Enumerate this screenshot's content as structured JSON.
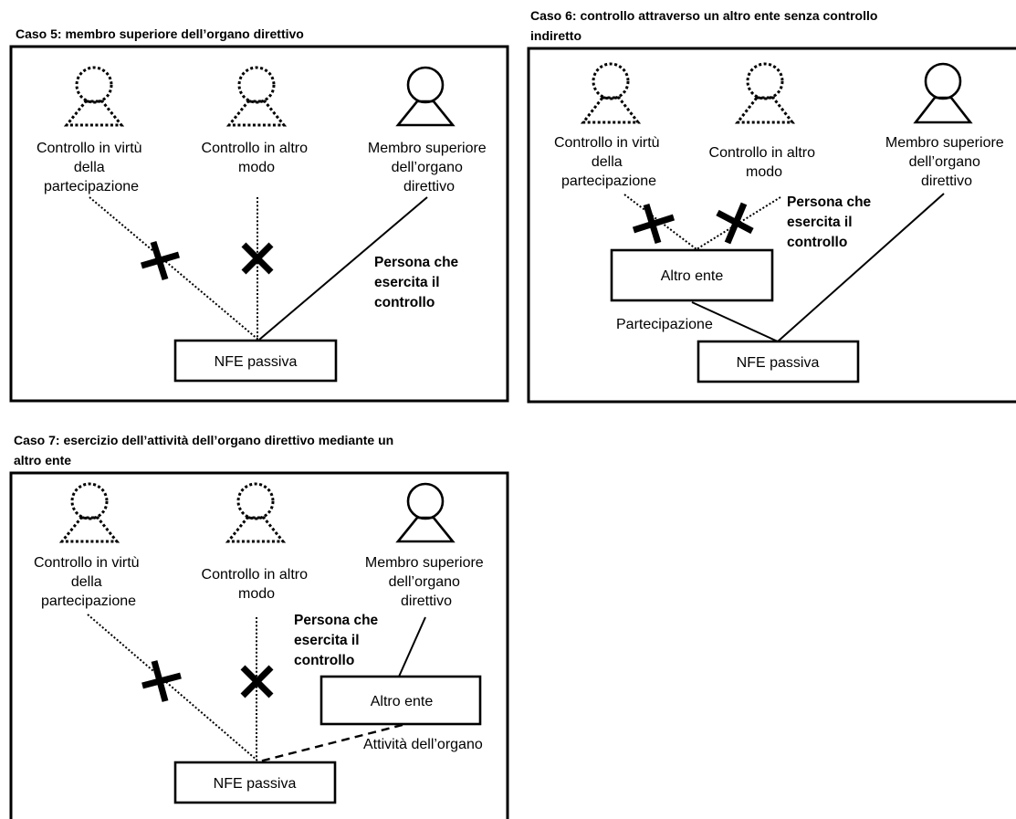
{
  "diagram": {
    "case5": {
      "title": "Caso 5: membro superiore dell’organo direttivo",
      "person_participation": [
        "Controllo in virtù",
        "della",
        "partecipazione"
      ],
      "person_other": [
        "Controllo in altro",
        "modo"
      ],
      "person_member": [
        "Membro superiore",
        "dell’organo",
        "direttivo"
      ],
      "controller_note": [
        "Persona che",
        "esercita il",
        "controllo"
      ],
      "nfe_box": "NFE passiva"
    },
    "case6": {
      "title_lines": [
        "Caso 6: controllo attraverso un altro ente senza controllo",
        "indiretto"
      ],
      "person_participation": [
        "Controllo in virtù",
        "della",
        "partecipazione"
      ],
      "person_other": [
        "Controllo in altro",
        "modo"
      ],
      "person_member": [
        "Membro superiore",
        "dell’organo",
        "direttivo"
      ],
      "controller_note": [
        "Persona che",
        "esercita il",
        "controllo"
      ],
      "other_entity_box": "Altro ente",
      "participation_label": "Partecipazione",
      "nfe_box": "NFE passiva"
    },
    "case7": {
      "title_lines": [
        "Caso 7: esercizio dell’attività dell’organo direttivo mediante un",
        "altro ente"
      ],
      "person_participation": [
        "Controllo in virtù",
        "della",
        "partecipazione"
      ],
      "person_other": [
        "Controllo in altro",
        "modo"
      ],
      "person_member": [
        "Membro superiore",
        "dell’organo",
        "direttivo"
      ],
      "controller_note": [
        "Persona che",
        "esercita il",
        "controllo"
      ],
      "other_entity_box": "Altro ente",
      "activity_label": "Attività dell’organo",
      "nfe_box": "NFE passiva"
    }
  }
}
